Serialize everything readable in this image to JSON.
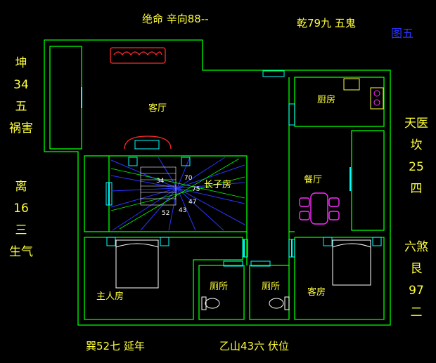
{
  "top": {
    "left": "绝命  辛向88--",
    "right": "乾79九  五鬼",
    "figure": "图五"
  },
  "bottom": {
    "left": "巽52七  延年",
    "right": "乙山43六  伏位"
  },
  "left_side": {
    "upper": [
      "坤",
      "34",
      "五",
      "祸害"
    ],
    "lower": [
      "离",
      "16",
      "三",
      "生气"
    ]
  },
  "right_side": {
    "upper": [
      "天医",
      "坎",
      "25",
      "四"
    ],
    "lower": [
      "六煞",
      "艮",
      "97",
      "二"
    ]
  },
  "rooms": {
    "living": "客厅",
    "kitchen": "厨房",
    "eldest_son": "长子房",
    "dining": "餐厅",
    "master": "主人房",
    "toilet1": "厕所",
    "toilet2": "厕所",
    "guest": "客房"
  },
  "compass_labels": [
    "70",
    "75",
    "47",
    "52",
    "43",
    "34"
  ],
  "colors": {
    "background": "#000000",
    "wall": "#00ff00",
    "text": "#ffff3a",
    "figure_label": "#2a35ff",
    "door": "#00ffff",
    "sofa": "#ff2a2a",
    "dining_set": "#ff2aff",
    "compass_lines": "#2a35ff"
  }
}
